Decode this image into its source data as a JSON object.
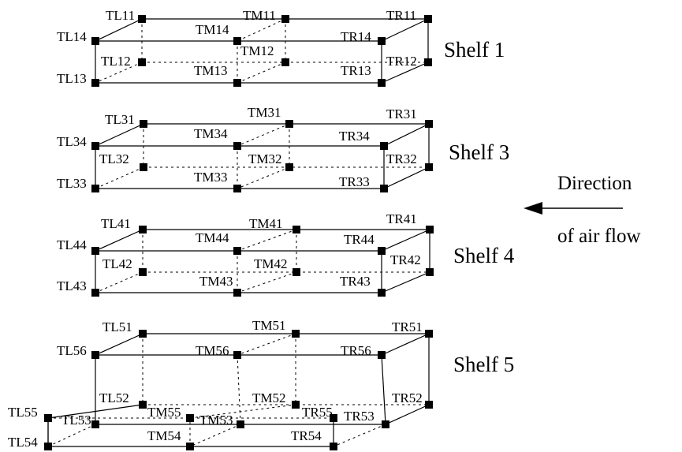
{
  "shelves": [
    {
      "id": "shelf-1",
      "title": "Shelf 1",
      "nodes": {
        "TL1": "TL11",
        "TM1": "TM11",
        "TR1": "TR11",
        "TL2": "TL12",
        "TM2": "TM12",
        "TR2": "TR12",
        "TL3": "TL13",
        "TM3": "TM13",
        "TR3": "TR13",
        "TL4": "TL14",
        "TM4": "TM14",
        "TR4": "TR14"
      }
    },
    {
      "id": "shelf-3",
      "title": "Shelf 3",
      "nodes": {
        "TL1": "TL31",
        "TM1": "TM31",
        "TR1": "TR31",
        "TL2": "TL32",
        "TM2": "TM32",
        "TR2": "TR32",
        "TL3": "TL33",
        "TM3": "TM33",
        "TR3": "TR33",
        "TL4": "TL34",
        "TM4": "TM34",
        "TR4": "TR34"
      }
    },
    {
      "id": "shelf-4",
      "title": "Shelf 4",
      "nodes": {
        "TL1": "TL41",
        "TM1": "TM41",
        "TR1": "TR41",
        "TL2": "TL42",
        "TM2": "TM42",
        "TR2": "TR42",
        "TL3": "TL43",
        "TM3": "TM43",
        "TR3": "TR43",
        "TL4": "TL44",
        "TM4": "TM44",
        "TR4": "TR44"
      }
    },
    {
      "id": "shelf-5",
      "title": "Shelf 5",
      "nodes": {
        "TL1": "TL51",
        "TM1": "TM51",
        "TR1": "TR51",
        "TL2": "TL52",
        "TM2": "TM52",
        "TR2": "TR52",
        "TL3": "TL53",
        "TM3": "TM53",
        "TR3": "TR53",
        "TL4": "TL54",
        "TM4": "TM54",
        "TR4": "TR54",
        "TL5": "TL55",
        "TM5": "TM55",
        "TR5": "TR55",
        "TL6": "TL56",
        "TM6": "TM56",
        "TR6": "TR56"
      }
    }
  ],
  "airflow": {
    "line1": "Direction",
    "line2": "of air flow"
  }
}
